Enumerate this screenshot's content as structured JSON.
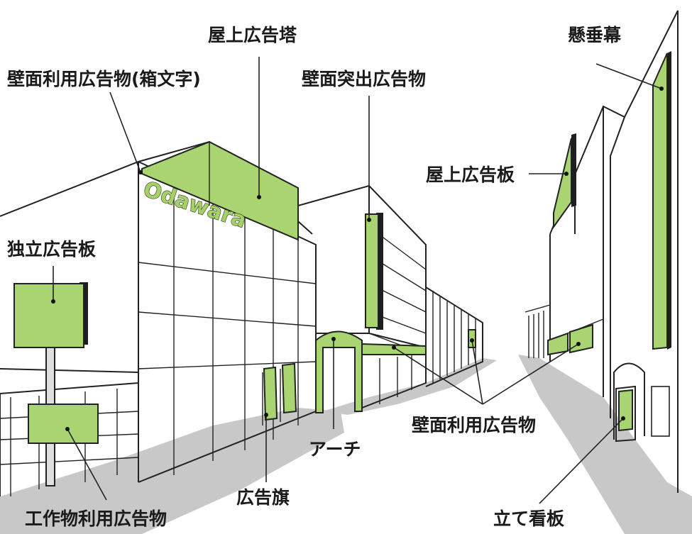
{
  "labels": {
    "rooftop_tower": "屋上広告塔",
    "wall_box_letters": "壁面利用広告物(箱文字)",
    "wall_projecting": "壁面突出広告物",
    "hanging_banner": "懸垂幕",
    "rooftop_board": "屋上広告板",
    "freestanding_board": "独立広告板",
    "wall_use": "壁面利用広告物",
    "arch": "アーチ",
    "ad_flag": "広告旗",
    "structure_use": "工作物利用広告物",
    "standing_sign": "立て看板"
  },
  "brand": {
    "text": "Odawara"
  },
  "colors": {
    "sign_green": "#a8d472",
    "shadow_gray": "#c8c8c8",
    "outline": "#222222"
  }
}
